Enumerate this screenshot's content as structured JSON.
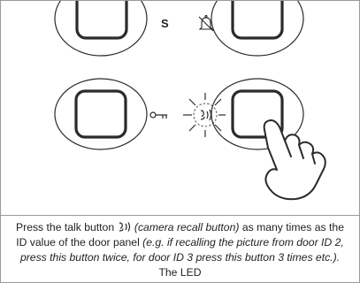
{
  "panel": {
    "label_s": "S",
    "icons": {
      "mute": "bell-slash-icon",
      "key": "key-icon",
      "talk": "talk-icon",
      "hand": "pointing-hand-icon"
    }
  },
  "caption": {
    "part1": "Press the talk button",
    "part2": "(camera recall button)",
    "part3": "as many times as the ID value of the door panel",
    "part4": "(e.g. if recalling the picture from door ID 2, press this button twice, for door ID 3 press this button 3 times etc.).",
    "part5": "The LED"
  },
  "colors": {
    "line": "#2b2b2b",
    "button_fill": "#ffffff"
  }
}
